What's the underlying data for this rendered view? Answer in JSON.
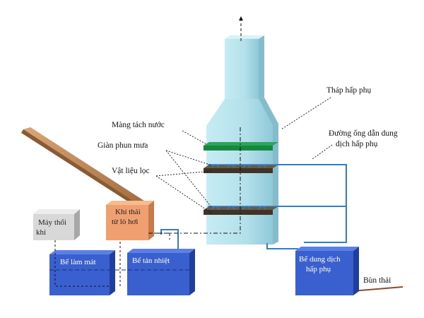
{
  "labels": {
    "tower": "Tháp hấp phụ",
    "water_separator": "Màng tách nước",
    "spray_rack": "Giàn phun mưa",
    "filter_material": "Vật liệu lọc",
    "pipe_line_1": "Đường ống dẫn dung",
    "pipe_line_2": "dịch hấp phụ",
    "blower_1": "Máy thổi",
    "blower_2": "khí",
    "exhaust_1": "Khí thải",
    "exhaust_2": "từ lò hơi",
    "cooling_tank": "Bể làm mát",
    "heat_tank": "Bể tản nhiệt",
    "solution_tank_1": "Bể dung dịch",
    "solution_tank_2": "hấp phụ",
    "sludge": "Bùn thải"
  },
  "colors": {
    "tower": "#b8e2ec",
    "tank": "#3a5fcf",
    "pipe": "#2f7fcb",
    "separator": "#17863f",
    "filter": "#4c4030",
    "duct": "#c8915e",
    "exhaust_box": "#f0a070",
    "blower_box": "#d8d8d8"
  }
}
